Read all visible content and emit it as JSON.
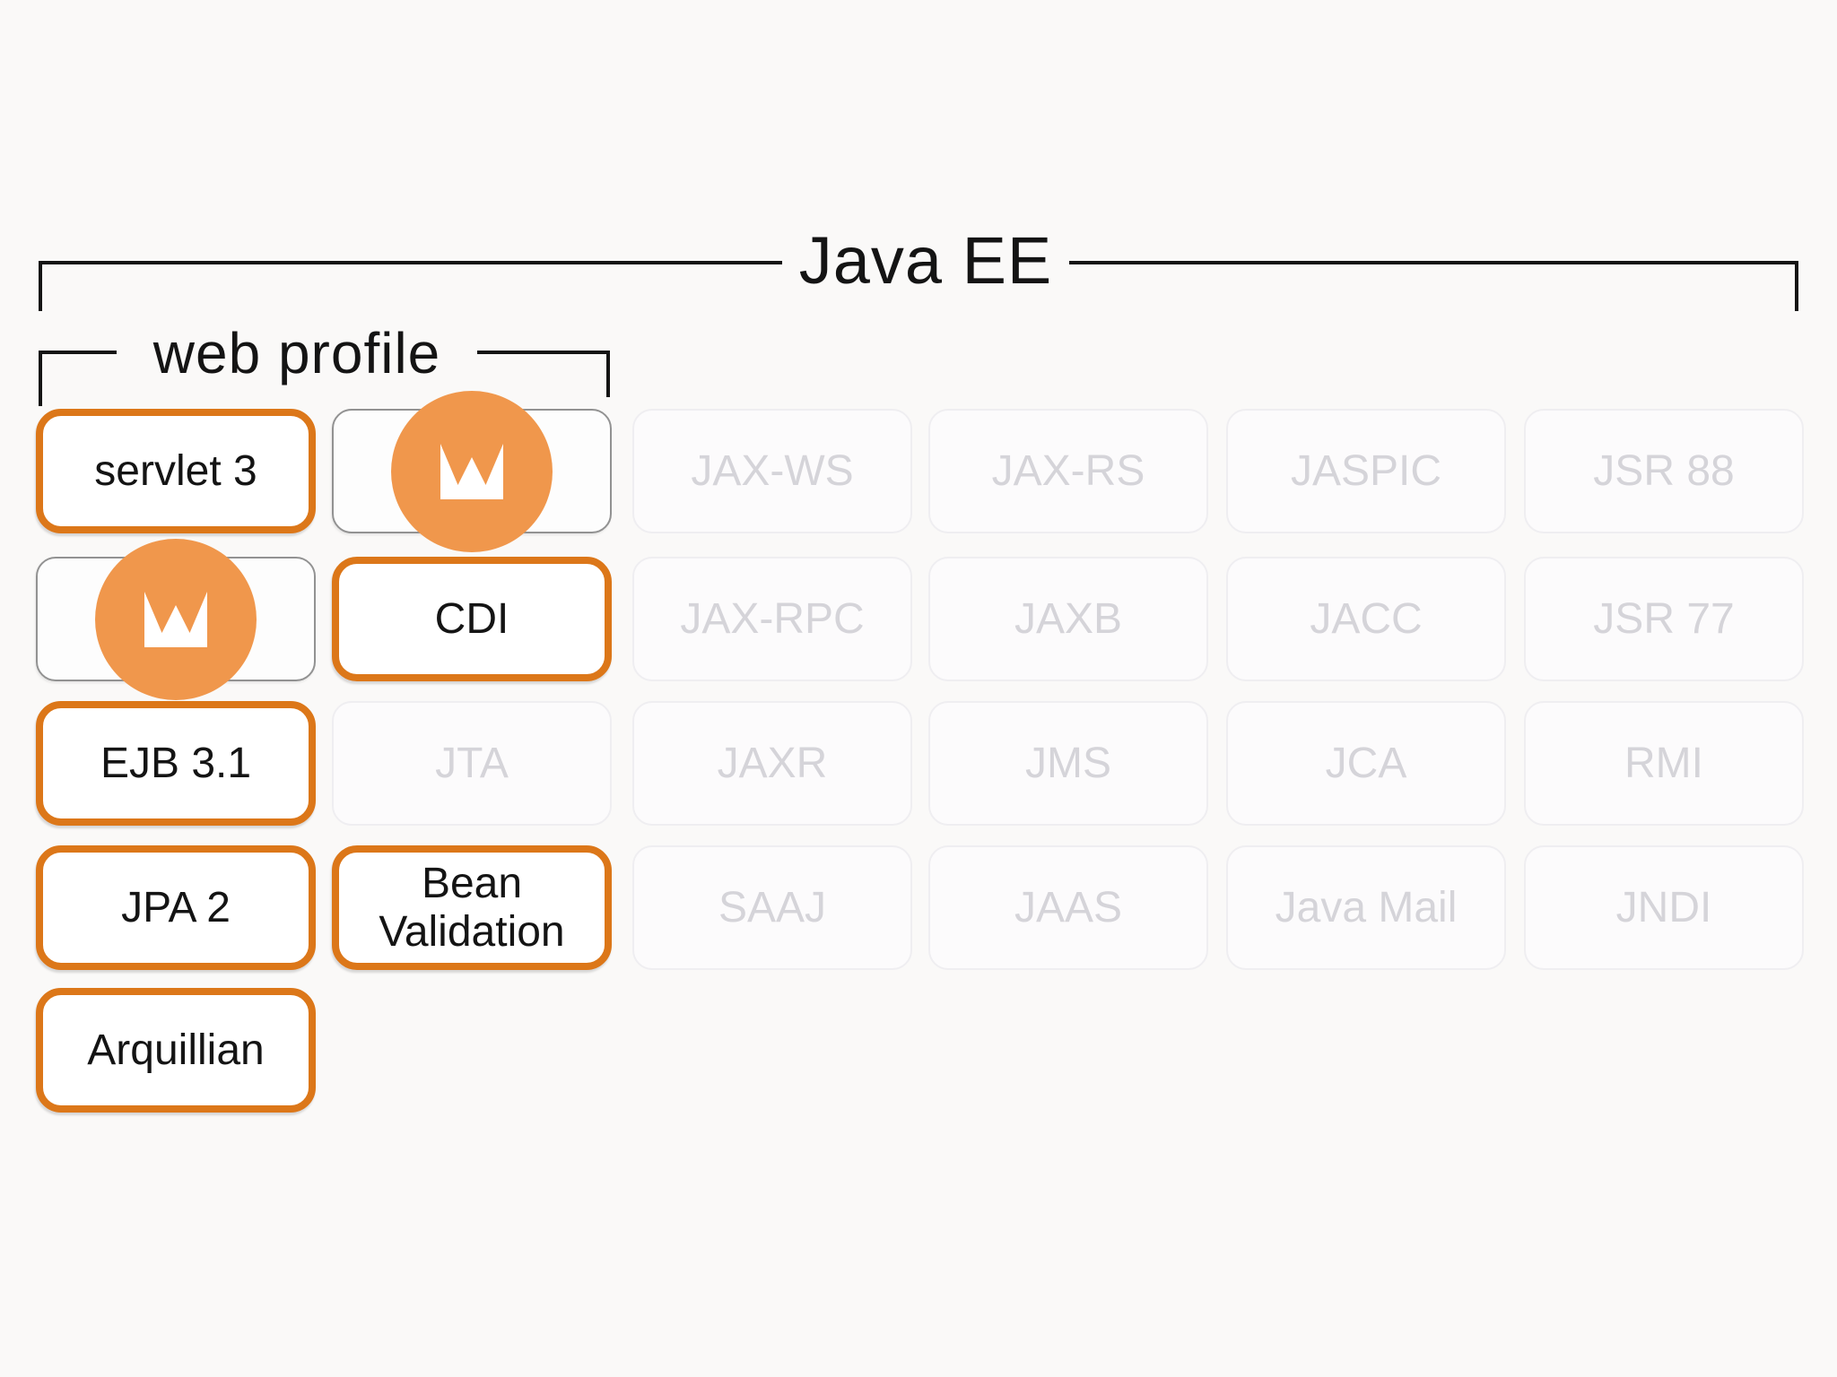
{
  "brackets": {
    "outer": {
      "label": "Java EE"
    },
    "inner": {
      "label": "web profile"
    }
  },
  "colors": {
    "background": "#FAF9F8",
    "line": "#141414",
    "highlight_border": "#DC7719",
    "crown_circle": "#F0974C",
    "faded_text": "#D5D4D9",
    "empty_border": "#929292"
  },
  "icons": {
    "crown": "crown-icon"
  },
  "grid": {
    "columns": 6,
    "rows": 5,
    "boxes": [
      {
        "label": "servlet 3",
        "row": 0,
        "col": 0,
        "variant": "highlight",
        "crown": false
      },
      {
        "label": "",
        "row": 0,
        "col": 1,
        "variant": "empty",
        "crown": true
      },
      {
        "label": "JAX-WS",
        "row": 0,
        "col": 2,
        "variant": "faded",
        "crown": false
      },
      {
        "label": "JAX-RS",
        "row": 0,
        "col": 3,
        "variant": "faded",
        "crown": false
      },
      {
        "label": "JASPIC",
        "row": 0,
        "col": 4,
        "variant": "faded",
        "crown": false
      },
      {
        "label": "JSR 88",
        "row": 0,
        "col": 5,
        "variant": "faded",
        "crown": false
      },
      {
        "label": "",
        "row": 1,
        "col": 0,
        "variant": "empty",
        "crown": true
      },
      {
        "label": "CDI",
        "row": 1,
        "col": 1,
        "variant": "highlight",
        "crown": false
      },
      {
        "label": "JAX-RPC",
        "row": 1,
        "col": 2,
        "variant": "faded",
        "crown": false
      },
      {
        "label": "JAXB",
        "row": 1,
        "col": 3,
        "variant": "faded",
        "crown": false
      },
      {
        "label": "JACC",
        "row": 1,
        "col": 4,
        "variant": "faded",
        "crown": false
      },
      {
        "label": "JSR 77",
        "row": 1,
        "col": 5,
        "variant": "faded",
        "crown": false
      },
      {
        "label": "EJB 3.1",
        "row": 2,
        "col": 0,
        "variant": "highlight",
        "crown": false
      },
      {
        "label": "JTA",
        "row": 2,
        "col": 1,
        "variant": "faded",
        "crown": false
      },
      {
        "label": "JAXR",
        "row": 2,
        "col": 2,
        "variant": "faded",
        "crown": false
      },
      {
        "label": "JMS",
        "row": 2,
        "col": 3,
        "variant": "faded",
        "crown": false
      },
      {
        "label": "JCA",
        "row": 2,
        "col": 4,
        "variant": "faded",
        "crown": false
      },
      {
        "label": "RMI",
        "row": 2,
        "col": 5,
        "variant": "faded",
        "crown": false
      },
      {
        "label": "JPA 2",
        "row": 3,
        "col": 0,
        "variant": "highlight",
        "crown": false
      },
      {
        "label": "Bean\nValidation",
        "row": 3,
        "col": 1,
        "variant": "highlight",
        "crown": false
      },
      {
        "label": "SAAJ",
        "row": 3,
        "col": 2,
        "variant": "faded",
        "crown": false
      },
      {
        "label": "JAAS",
        "row": 3,
        "col": 3,
        "variant": "faded",
        "crown": false
      },
      {
        "label": "Java Mail",
        "row": 3,
        "col": 4,
        "variant": "faded",
        "crown": false
      },
      {
        "label": "JNDI",
        "row": 3,
        "col": 5,
        "variant": "faded",
        "crown": false
      },
      {
        "label": "Arquillian",
        "row": 4,
        "col": 0,
        "variant": "highlight",
        "crown": false
      }
    ]
  }
}
